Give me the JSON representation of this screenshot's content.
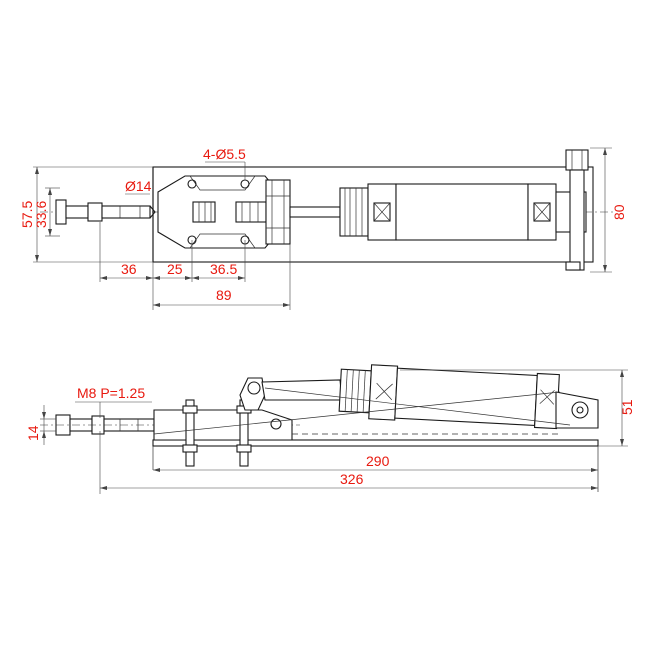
{
  "top_view": {
    "dims": {
      "holes": "4-Ø5.5",
      "plunger_dia": "Ø14",
      "height_outer": "57.5",
      "height_inner": "33.6",
      "width_total": "80",
      "seg_a": "36",
      "seg_b": "25",
      "seg_c": "36.5",
      "base_len": "89"
    }
  },
  "side_view": {
    "dims": {
      "thread": "M8 P=1.25",
      "plunger_height": "14",
      "overall_height": "51",
      "base_len": "290",
      "overall_len": "326"
    }
  },
  "colors": {
    "dimension_text": "#e8190f",
    "outline": "#1a1a1a"
  }
}
